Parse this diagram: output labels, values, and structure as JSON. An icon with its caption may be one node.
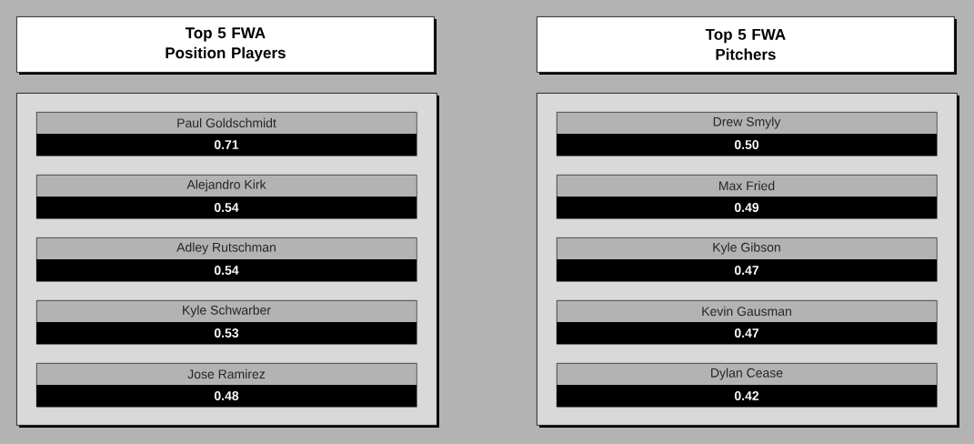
{
  "diagram": {
    "nodes": [
      {
        "text": [
          "Top 5 FWA Position Players"
        ]
      },
      {
        "text": [],
        "shape": "box"
      },
      {
        "text": [
          "Paul Goldschmidt",
          "0.71"
        ],
        "in": 1
      },
      {
        "text": [
          "Alejandro Kirk",
          "0.54"
        ],
        "in": 1
      },
      {
        "text": [
          "Adley Rutschman",
          "0.54"
        ],
        "in": 1
      },
      {
        "text": [
          "Kyle Schwarber",
          "0.53"
        ],
        "in": 1
      },
      {
        "text": [
          "Jose Ramirez",
          "0.48"
        ],
        "in": 1
      },
      {
        "text": [
          "Top 5 FWA Pitchers"
        ]
      },
      {
        "text": [],
        "shape": "box"
      },
      {
        "text": [
          "Drew Smyly",
          "0.50"
        ],
        "in": 8
      },
      {
        "text": [
          "Max Fried",
          "0.49"
        ],
        "in": 8
      },
      {
        "text": [
          "Kyle Gibson",
          "0.47"
        ],
        "in": 8
      },
      {
        "text": [
          "Kevin Gausman",
          "0.47"
        ],
        "in": 8
      },
      {
        "text": [
          "Dylan Cease",
          "0.42"
        ],
        "in": 8
      }
    ]
  }
}
